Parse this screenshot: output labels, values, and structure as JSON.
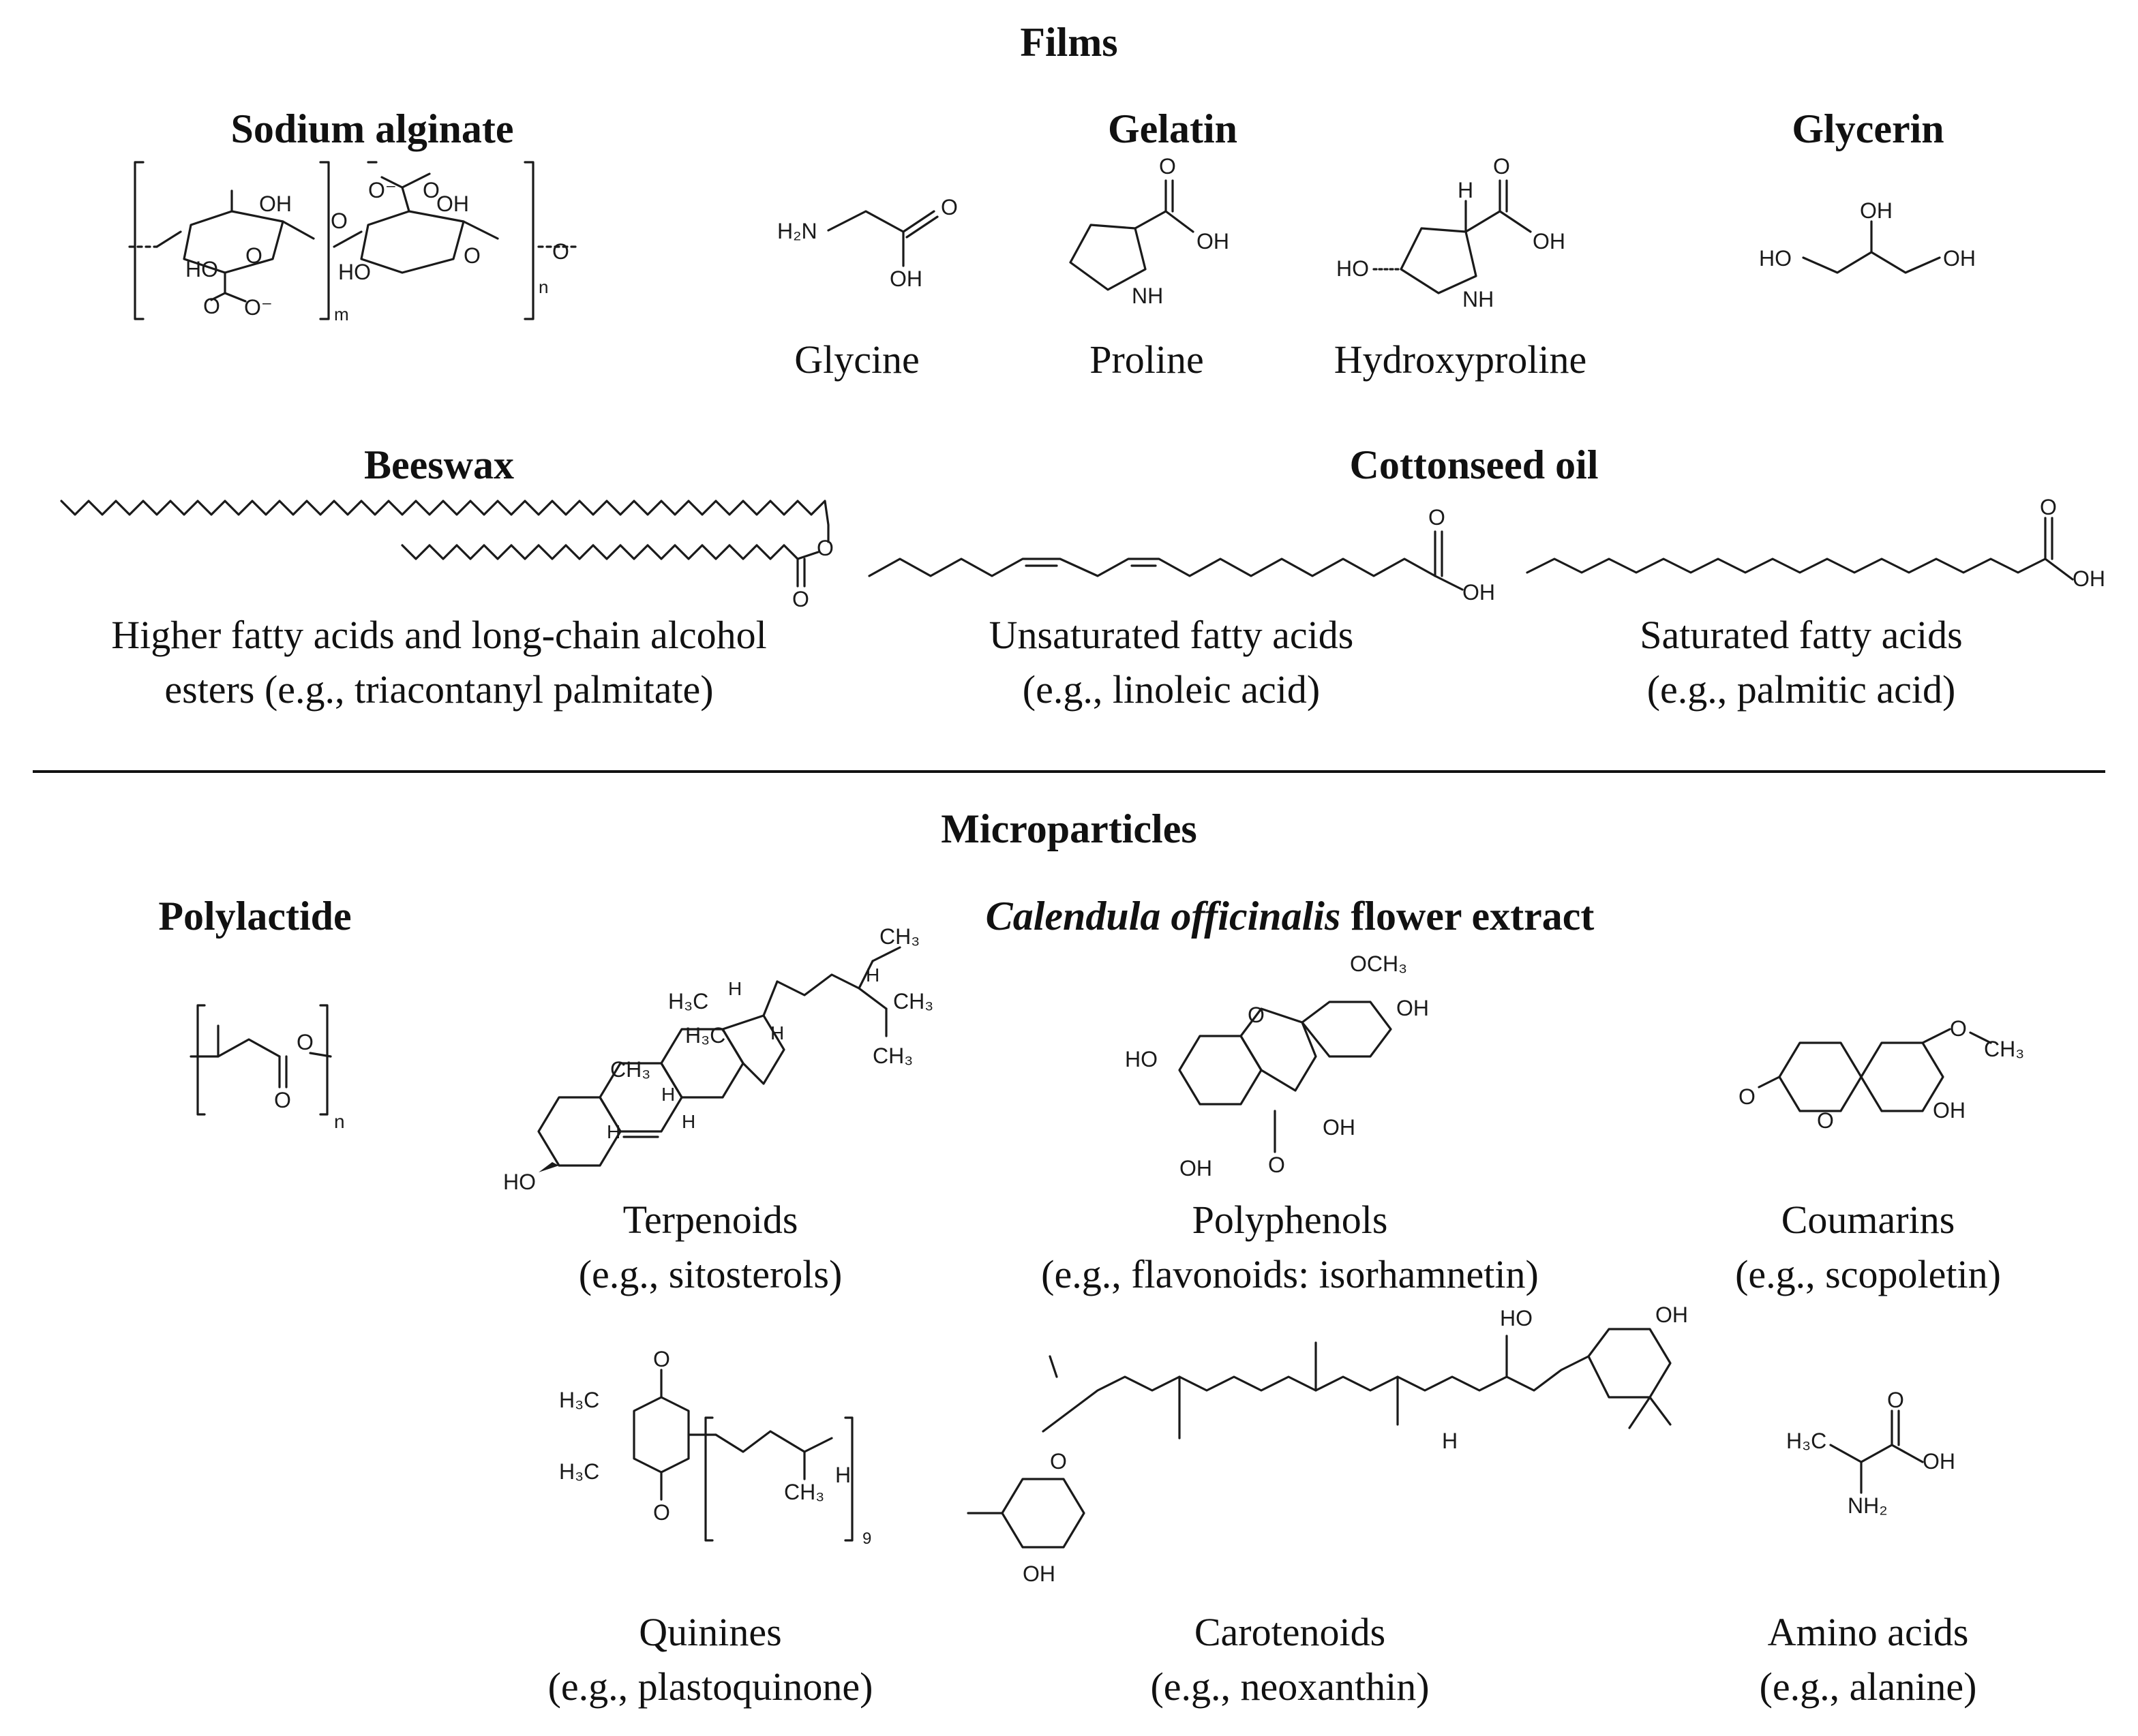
{
  "sections": {
    "films": "Films",
    "microparticles": "Microparticles"
  },
  "films": {
    "sodium_alginate": {
      "title": "Sodium alginate"
    },
    "gelatin": {
      "title": "Gelatin",
      "items": [
        "Glycine",
        "Proline",
        "Hydroxyproline"
      ]
    },
    "glycerin": {
      "title": "Glycerin"
    },
    "beeswax": {
      "title": "Beeswax",
      "caption_line1": "Higher fatty acids and long-chain alcohol",
      "caption_line2": "esters (e.g., triacontanyl palmitate)"
    },
    "cottonseed_oil": {
      "title": "Cottonseed oil",
      "unsat_line1": "Unsaturated fatty acids",
      "unsat_line2": "(e.g., linoleic acid)",
      "sat_line1": "Saturated fatty acids",
      "sat_line2": "(e.g., palmitic acid)"
    }
  },
  "microparticles": {
    "polylactide": {
      "title": "Polylactide"
    },
    "calendula": {
      "title_italic": "Calendula officinalis",
      "title_rest": " flower extract",
      "classes": [
        {
          "name": "Terpenoids",
          "example": "(e.g., sitosterols)"
        },
        {
          "name": "Polyphenols",
          "example": "(e.g., flavonoids: isorhamnetin)"
        },
        {
          "name": "Coumarins",
          "example": "(e.g., scopoletin)"
        },
        {
          "name": "Quinines",
          "example": "(e.g., plastoquinone)"
        },
        {
          "name": "Carotenoids",
          "example": "(e.g., neoxanthin)"
        },
        {
          "name": "Amino acids",
          "example": "(e.g., alanine)"
        }
      ]
    }
  },
  "atom_labels": {
    "OH": "OH",
    "HO": "HO",
    "O": "O",
    "H": "H",
    "NH": "NH",
    "NH2": "NH₂",
    "H2N": "H₂N",
    "CH3": "CH₃",
    "H3C": "H₃C",
    "OCH3": "OCH₃",
    "Ominus": "O⁻",
    "m": "m",
    "n": "n",
    "nine": "9"
  }
}
